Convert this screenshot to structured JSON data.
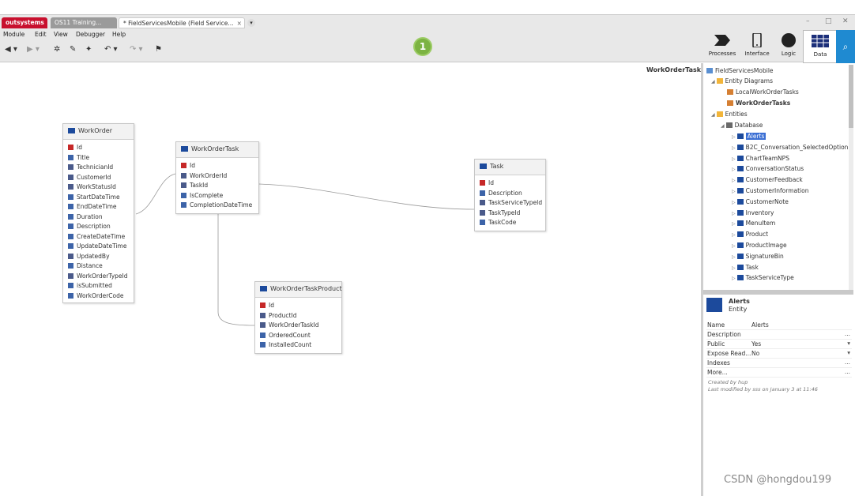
{
  "tabs": [
    {
      "label": "outsystems"
    },
    {
      "label": "OS11 Training..."
    },
    {
      "label": "* FieldServicesMobile (Field Service..."
    }
  ],
  "menu": [
    "Module",
    "Edit",
    "View",
    "Debugger",
    "Help"
  ],
  "badge_count": "1",
  "right_tools": [
    "Processes",
    "Interface",
    "Logic",
    "Data"
  ],
  "canvas_title": "WorkOrderTasks",
  "entities": {
    "workorder": {
      "title": "WorkOrder",
      "fields": [
        {
          "name": "Id",
          "kind": "key"
        },
        {
          "name": "Title",
          "kind": "attr"
        },
        {
          "name": "TechnicianId",
          "kind": "fk"
        },
        {
          "name": "CustomerId",
          "kind": "fk"
        },
        {
          "name": "WorkStatusId",
          "kind": "fk"
        },
        {
          "name": "StartDateTime",
          "kind": "attr"
        },
        {
          "name": "EndDateTime",
          "kind": "attr"
        },
        {
          "name": "Duration",
          "kind": "attr"
        },
        {
          "name": "Description",
          "kind": "attr"
        },
        {
          "name": "CreateDateTime",
          "kind": "attr"
        },
        {
          "name": "UpdateDateTime",
          "kind": "attr"
        },
        {
          "name": "UpdatedBy",
          "kind": "fk"
        },
        {
          "name": "Distance",
          "kind": "attr"
        },
        {
          "name": "WorkOrderTypeId",
          "kind": "fk"
        },
        {
          "name": "isSubmitted",
          "kind": "attr"
        },
        {
          "name": "WorkOrderCode",
          "kind": "attr"
        }
      ]
    },
    "workordertask": {
      "title": "WorkOrderTask",
      "fields": [
        {
          "name": "Id",
          "kind": "key"
        },
        {
          "name": "WorkOrderId",
          "kind": "fk"
        },
        {
          "name": "TaskId",
          "kind": "fk"
        },
        {
          "name": "IsComplete",
          "kind": "attr"
        },
        {
          "name": "CompletionDateTime",
          "kind": "attr"
        }
      ]
    },
    "task": {
      "title": "Task",
      "fields": [
        {
          "name": "Id",
          "kind": "key"
        },
        {
          "name": "Description",
          "kind": "attr"
        },
        {
          "name": "TaskServiceTypeId",
          "kind": "fk"
        },
        {
          "name": "TaskTypeId",
          "kind": "fk"
        },
        {
          "name": "TaskCode",
          "kind": "attr"
        }
      ]
    },
    "workordertaskproduct": {
      "title": "WorkOrderTaskProduct",
      "fields": [
        {
          "name": "Id",
          "kind": "key"
        },
        {
          "name": "ProductId",
          "kind": "fk"
        },
        {
          "name": "WorkOrderTaskId",
          "kind": "fk"
        },
        {
          "name": "OrderedCount",
          "kind": "attr"
        },
        {
          "name": "InstalledCount",
          "kind": "attr"
        }
      ]
    }
  },
  "tree": {
    "module": "FieldServicesMobile",
    "entity_diagrams": "Entity Diagrams",
    "diagrams": [
      "LocalWorkOrderTasks",
      "WorkOrderTasks"
    ],
    "entities_folder": "Entities",
    "database": "Database",
    "items": [
      "Alerts",
      "B2C_Conversation_SelectedOption",
      "ChartTeamNPS",
      "ConversationStatus",
      "CustomerFeedback",
      "CustomerInformation",
      "CustomerNote",
      "Inventory",
      "MenuItem",
      "Product",
      "ProductImage",
      "SignatureBin",
      "Task",
      "TaskServiceType"
    ]
  },
  "properties": {
    "title": "Alerts",
    "subtitle": "Entity",
    "rows": [
      {
        "key": "Name",
        "value": "Alerts",
        "ctl": ""
      },
      {
        "key": "Description",
        "value": "",
        "ctl": "..."
      },
      {
        "key": "Public",
        "value": "Yes",
        "ctl": "▾"
      },
      {
        "key": "Expose Read...",
        "value": "No",
        "ctl": "▾"
      },
      {
        "key": "Indexes",
        "value": "",
        "ctl": "..."
      },
      {
        "key": "More...",
        "value": "",
        "ctl": "..."
      }
    ],
    "created": "Created by hup",
    "modified": "Last modified by sss on January 3 at 11:46"
  },
  "watermark": "CSDN @hongdou199"
}
